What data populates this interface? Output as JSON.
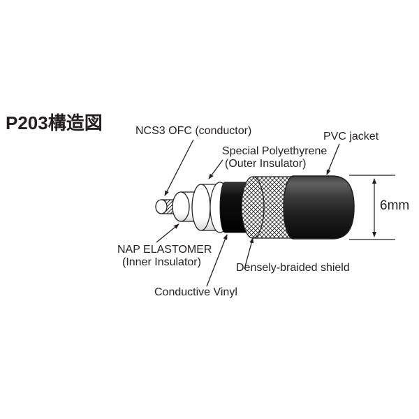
{
  "title": {
    "text": "P203構造図"
  },
  "labels": {
    "conductor": "NCS3 OFC (conductor)",
    "outer_insulator_line1": "Special Polyethyrene",
    "outer_insulator_line2": "(Outer Insulator)",
    "pvc_jacket": "PVC jacket",
    "inner_insulator_line1": "NAP ELASTOMER",
    "inner_insulator_line2": "(Inner Insulator)",
    "conductive_vinyl": "Conductive Vinyl",
    "braided_shield": "Densely-braided shield"
  },
  "dimension": {
    "diameter": "6mm"
  },
  "colors": {
    "ink": "#231f20",
    "background": "#ffffff",
    "jacket_highlight": "#606060",
    "jacket_dark": "#0b0b0b"
  },
  "diagram": {
    "subject": "coaxial cable cutaway cross-section",
    "layers_inner_to_outer": [
      "NCS3 OFC (conductor)",
      "NAP ELASTOMER (Inner Insulator)",
      "Special Polyethyrene (Outer Insulator)",
      "Conductive Vinyl",
      "Densely-braided shield",
      "PVC jacket"
    ]
  }
}
